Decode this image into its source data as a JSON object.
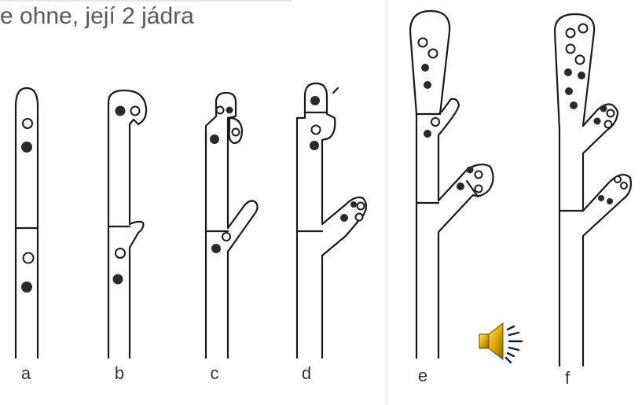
{
  "caption": "e ohne, její 2 jádra",
  "panels": [
    "a",
    "b",
    "c",
    "d",
    "e",
    "f"
  ],
  "icons": {
    "speaker": "speaker-sound-icon"
  },
  "colors": {
    "ink": "#1a1a1a",
    "nucleus_dark": "#2a2a2a",
    "caption": "#595959",
    "speaker_body": "#d9a400"
  }
}
